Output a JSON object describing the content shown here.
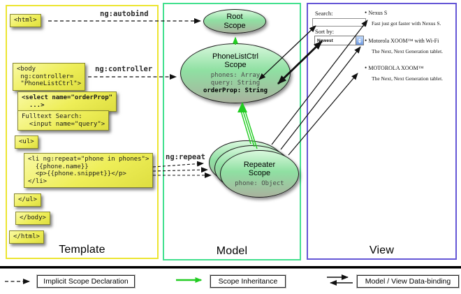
{
  "columns": {
    "template": {
      "label": "Template",
      "border": "#ece531"
    },
    "model": {
      "label": "Model",
      "border": "#42e08e"
    },
    "view": {
      "label": "View",
      "border": "#6456d6"
    }
  },
  "template": {
    "html_open": "<html>",
    "body_open": "<body\n ng:controller=\n \"PhoneListCtrl\">",
    "select": "<select name=\"orderProp\"\n  ...>",
    "fulltext": "Fulltext Search:\n  <input name=\"query\">",
    "ul_open": "<ul>",
    "li_repeat": "<li ng:repeat=\"phone in phones\">\n  {{phone.name}}\n  <p>{{phone.snippet}}</p>\n</li>",
    "ul_close": "</ul>",
    "body_close": "</body>",
    "html_close": "</html>"
  },
  "connector_labels": {
    "ng_autobind": "ng:autobind",
    "ng_controller": "ng:controller",
    "ng_repeat": "ng:repeat"
  },
  "model": {
    "root_scope": "Root\nScope",
    "phonelist_title": "PhoneListCtrl\nScope",
    "phonelist_props": [
      "phones: Array",
      "query: String",
      "orderProp: String"
    ],
    "repeater_title": "Repeater\nScope",
    "repeater_prop": "phone: Object"
  },
  "view": {
    "search_label": "Search:",
    "sort_label": "Sort by:",
    "sort_value": "Newest",
    "items": [
      {
        "title": "Nexus S",
        "desc": "Fast just got faster with Nexus S."
      },
      {
        "title": "Motorola XOOM™ with Wi-Fi",
        "desc": "The Next, Next Generation tablet."
      },
      {
        "title": "MOTOROLA XOOM™",
        "desc": "The Next, Next Generation tablet."
      }
    ]
  },
  "legend": {
    "implicit": "Implicit Scope Declaration",
    "inheritance": "Scope Inheritance",
    "binding": "Model / View Data-binding"
  },
  "colors": {
    "green_arrow": "#22cc22",
    "black_arrow": "#111111",
    "ellipse_fill_top": "#d9f8dd",
    "ellipse_fill_bottom": "#a9b29e",
    "codebox_yellow": "#eeee58"
  }
}
